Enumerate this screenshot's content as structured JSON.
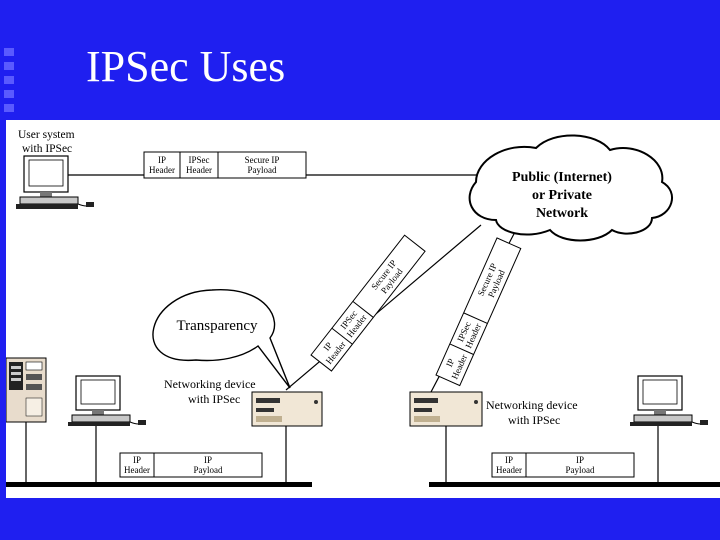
{
  "slide": {
    "title": "IPSec Uses"
  },
  "labels": {
    "user_system_line1": "User system",
    "user_system_line2": "with IPSec",
    "cloud_line1": "Public (Internet)",
    "cloud_line2": "or Private",
    "cloud_line3": "Network",
    "transparency": "Transparency",
    "netdev_left_line1": "Networking device",
    "netdev_left_line2": "with IPSec",
    "netdev_right_line1": "Networking device",
    "netdev_right_line2": "with IPSec"
  },
  "packets": {
    "top": {
      "ip": [
        "IP",
        "Header"
      ],
      "ipsec": [
        "IPSec",
        "Header"
      ],
      "payload": [
        "Secure IP",
        "Payload"
      ]
    },
    "diag_left": {
      "ip": [
        "IP",
        "Header"
      ],
      "ipsec": [
        "IPSec",
        "Header"
      ],
      "payload": [
        "Secure IP",
        "Payload"
      ]
    },
    "diag_right": {
      "ip": [
        "IP",
        "Header"
      ],
      "ipsec": [
        "IPSec",
        "Header"
      ],
      "payload": [
        "Secure IP",
        "Payload"
      ]
    },
    "bottom_left": {
      "ip": [
        "IP",
        "Header"
      ],
      "payload": [
        "IP",
        "Payload"
      ]
    },
    "bottom_right": {
      "ip": [
        "IP",
        "Header"
      ],
      "payload": [
        "IP",
        "Payload"
      ]
    }
  }
}
